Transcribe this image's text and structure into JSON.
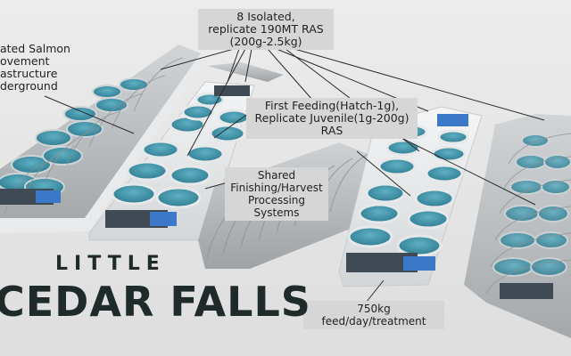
{
  "labels": {
    "isolated_ras": [
      "8 Isolated,",
      "replicate 190MT RAS",
      "(200g-2.5kg)"
    ],
    "first_feeding": [
      "First Feeding(Hatch-1g),",
      "Replicate Juvenile(1g-200g)",
      "RAS"
    ],
    "finishing": [
      "Shared",
      "Finishing/Harvest",
      "Processing Systems"
    ],
    "feed": "750kg feed/day/treatment",
    "salmon_movement": [
      "ated Salmon",
      "ovement",
      "astructure",
      "derground"
    ]
  },
  "brand": {
    "little": "LITTLE",
    "main": "CEDAR FALLS"
  },
  "colors": {
    "background": "#e4e4e4",
    "callout_bg": "#d6d6d6",
    "tank_water": "#3f8ea3",
    "tank_rim": "#d9dde0",
    "greenhouse": "#b9bcbf",
    "brand_text": "#1f2a2a"
  }
}
